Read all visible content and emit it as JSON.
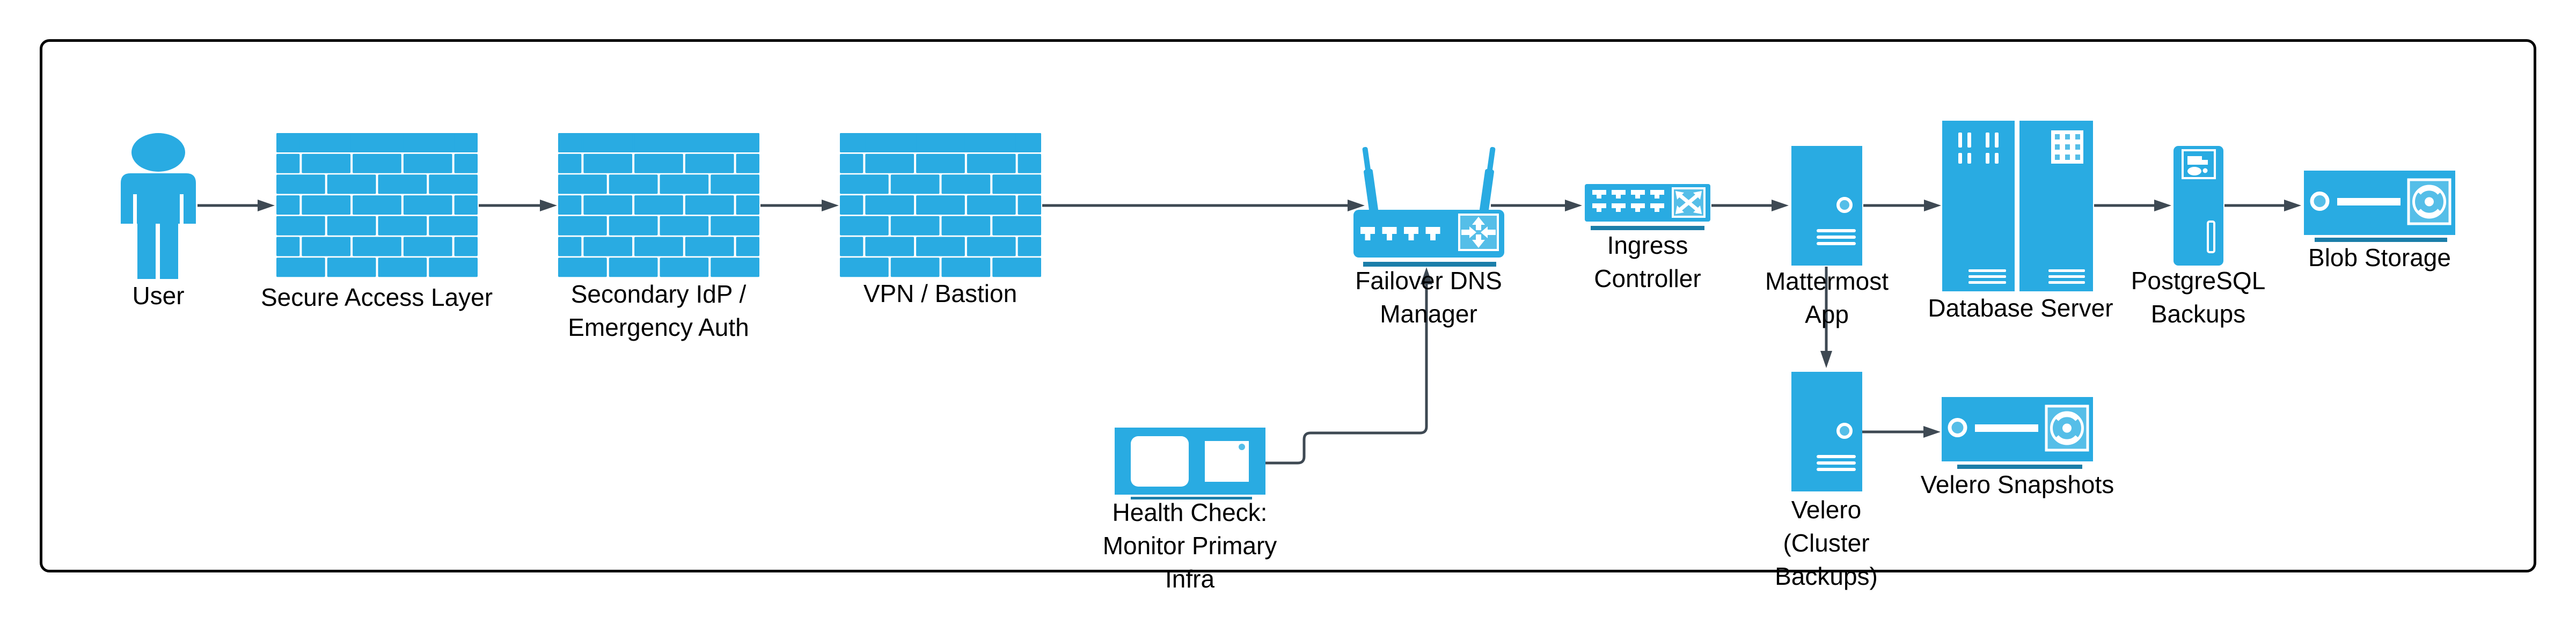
{
  "diagram": {
    "colors": {
      "node_fill": "#29ABE2",
      "node_accent_light": "#55BEE8",
      "underline_bar": "#1B7EA9",
      "connector": "#3E4953",
      "frame_border": "#000000",
      "background": "#FFFFFF",
      "label_text": "#000000"
    },
    "nodes": {
      "user": {
        "label": "User",
        "icon": "person-icon"
      },
      "secure_access": {
        "label": "Secure Access Layer",
        "icon": "firewall-icon"
      },
      "secondary_idp": {
        "label": "Secondary IdP /\nEmergency Auth",
        "icon": "firewall-icon"
      },
      "vpn_bastion": {
        "label": "VPN / Bastion",
        "icon": "firewall-icon"
      },
      "failover_dns": {
        "label": "Failover DNS\nManager",
        "icon": "wireless-router-icon"
      },
      "ingress": {
        "label": "Ingress\nController",
        "icon": "network-switch-icon"
      },
      "mattermost": {
        "label": "Mattermost\nApp",
        "icon": "server-tower-icon"
      },
      "database": {
        "label": "Database Server",
        "icon": "server-rack-icon"
      },
      "pg_backups": {
        "label": "PostgreSQL\nBackups",
        "icon": "backup-server-icon"
      },
      "blob": {
        "label": "Blob Storage",
        "icon": "tape-storage-icon"
      },
      "health": {
        "label": "Health Check:\nMonitor Primary\nInfra",
        "icon": "monitor-icon"
      },
      "velero": {
        "label": "Velero\n(Cluster\nBackups)",
        "icon": "server-tower-icon"
      },
      "velero_snapshots": {
        "label": "Velero Snapshots",
        "icon": "tape-storage-icon"
      }
    },
    "edges": [
      {
        "from": "user",
        "to": "secure_access",
        "style": "arrow"
      },
      {
        "from": "secure_access",
        "to": "secondary_idp",
        "style": "arrow"
      },
      {
        "from": "secondary_idp",
        "to": "vpn_bastion",
        "style": "arrow"
      },
      {
        "from": "vpn_bastion",
        "to": "failover_dns",
        "style": "arrow"
      },
      {
        "from": "failover_dns",
        "to": "ingress",
        "style": "arrow"
      },
      {
        "from": "ingress",
        "to": "mattermost",
        "style": "arrow"
      },
      {
        "from": "mattermost",
        "to": "database",
        "style": "arrow"
      },
      {
        "from": "database",
        "to": "pg_backups",
        "style": "arrow"
      },
      {
        "from": "pg_backups",
        "to": "blob",
        "style": "arrow"
      },
      {
        "from": "mattermost",
        "to": "velero",
        "style": "arrow"
      },
      {
        "from": "velero",
        "to": "velero_snapshots",
        "style": "arrow"
      },
      {
        "from": "health",
        "to": "failover_dns",
        "style": "elbow-arrow"
      }
    ]
  }
}
